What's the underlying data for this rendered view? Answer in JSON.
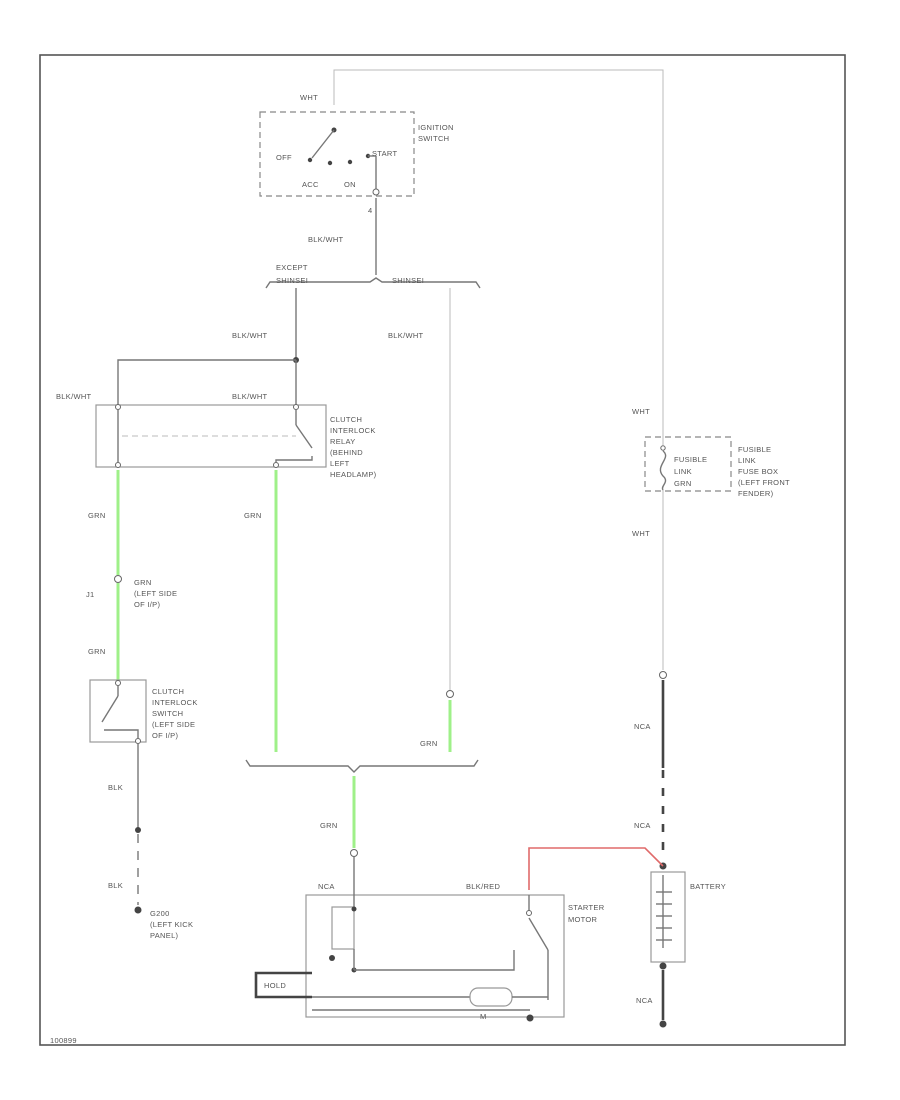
{
  "colors": {
    "green_wire": "#9ff089",
    "red_wire": "#e06a6a",
    "black_wire": "#444444",
    "white_wire": "#cfcfcf"
  },
  "labels": {
    "ign_wht": "WHT",
    "ign_off": "OFF",
    "ign_start": "START",
    "ign_acc": "ACC",
    "ign_on": "ON",
    "ign_switch_1": "IGNITION",
    "ign_switch_2": "SWITCH",
    "pin_4": "4",
    "blk_wht_top": "BLK/WHT",
    "except_1": "EXCEPT",
    "except_2": "SHINSEI",
    "shinsei": "SHINSEI",
    "blk_wht_branch": "BLK/WHT",
    "blk_wht_right": "BLK/WHT",
    "blk_wht_relay_l": "BLK/WHT",
    "blk_wht_relay_r": "BLK/WHT",
    "relay_1": "CLUTCH",
    "relay_2": "INTERLOCK",
    "relay_3": "RELAY",
    "relay_4": "(BEHIND",
    "relay_5": "LEFT",
    "relay_6": "HEADLAMP)",
    "grn_1": "GRN",
    "grn_2": "GRN",
    "j1": "J1",
    "j1_1": "GRN",
    "j1_2": "(LEFT SIDE",
    "j1_3": "OF I/P)",
    "grn_3": "GRN",
    "csw_1": "CLUTCH",
    "csw_2": "INTERLOCK",
    "csw_3": "SWITCH",
    "csw_4": "(LEFT SIDE",
    "csw_5": "OF I/P)",
    "grn_4": "GRN",
    "blk_1": "BLK",
    "blk_2": "BLK",
    "g_1": "G200",
    "g_2": "(LEFT KICK",
    "g_3": "PANEL)",
    "grn_5": "GRN",
    "wht_1": "WHT",
    "fuse_1": "FUSIBLE",
    "fuse_2": "LINK",
    "fuse_3": "GRN",
    "fuse_note_1": "FUSIBLE",
    "fuse_note_2": "LINK",
    "fuse_note_3": "FUSE BOX",
    "fuse_note_4": "(LEFT FRONT",
    "fuse_note_5": "FENDER)",
    "wht_2": "WHT",
    "nca_1": "NCA",
    "nca_2": "NCA",
    "nca_3": "NCA",
    "nca_4": "NCA",
    "blk_red": "BLK/RED",
    "starter_1": "STARTER",
    "starter_2": "MOTOR",
    "battery": "BATTERY",
    "hld": "HOLD",
    "m": "M",
    "fig_id": "100899"
  }
}
